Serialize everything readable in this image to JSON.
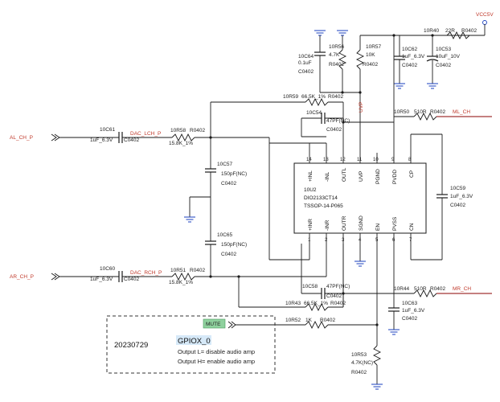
{
  "nets": {
    "vcc": "VCC5V",
    "al_in": "AL_CH_P",
    "ar_in": "AR_CH_P",
    "dac_l": "DAC_LCH_P",
    "dac_r": "DAC_RCH_P",
    "ml": "ML_CH",
    "mr": "MR_CH",
    "uvp": "UVP",
    "mute": "MUTE"
  },
  "ic": {
    "ref": "10U2",
    "part": "DIO2133CT14",
    "package": "TSSOP-14-P065",
    "pins_top": [
      {
        "num": "14",
        "name": "+INL"
      },
      {
        "num": "13",
        "name": "-INL"
      },
      {
        "num": "12",
        "name": "OUTL"
      },
      {
        "num": "11",
        "name": "UVP"
      },
      {
        "num": "10",
        "name": "PGND"
      },
      {
        "num": "9",
        "name": "PVDD"
      },
      {
        "num": "8",
        "name": "CP"
      }
    ],
    "pins_bottom": [
      {
        "num": "1",
        "name": "+INR"
      },
      {
        "num": "2",
        "name": "-INR"
      },
      {
        "num": "3",
        "name": "OUTR"
      },
      {
        "num": "4",
        "name": "SGND"
      },
      {
        "num": "5",
        "name": "EN"
      },
      {
        "num": "6",
        "name": "PVSS"
      },
      {
        "num": "7",
        "name": "CN"
      }
    ]
  },
  "components": {
    "c61": {
      "ref": "10C61",
      "value": "1uF_6.3V",
      "pkg": "C0402"
    },
    "c60": {
      "ref": "10C60",
      "value": "1uF_6.3V",
      "pkg": "C0402"
    },
    "r58": {
      "ref": "10R58",
      "value": "R0402",
      "tol": "15.8K_1%"
    },
    "r51": {
      "ref": "10R51",
      "value": "R0402",
      "tol": "15.8K_1%"
    },
    "c57": {
      "ref": "10C57",
      "value": "150pF(NC)",
      "pkg": "C0402"
    },
    "c65": {
      "ref": "10C65",
      "value": "150pF(NC)",
      "pkg": "C0402"
    },
    "c64": {
      "ref": "10C64",
      "value": "0.1uF",
      "pkg": "C0402"
    },
    "r56": {
      "ref": "10R56",
      "value": "4.7K",
      "pkg": "R0402"
    },
    "r57": {
      "ref": "10R57",
      "value": "10K",
      "pkg": "R0402"
    },
    "r59": {
      "ref": "10R59",
      "value": "66.5K_1%",
      "pkg": "R0402"
    },
    "c54": {
      "ref": "10C54",
      "value": "47PF(NC)",
      "pkg": "C0402"
    },
    "r40": {
      "ref": "10R40",
      "value": "22R",
      "pkg": "R0402"
    },
    "c62": {
      "ref": "10C62",
      "value": "1uF_6.3V",
      "pkg": "C0402"
    },
    "c53": {
      "ref": "10C53",
      "value": "10uF_10V",
      "pkg": "C0402"
    },
    "r50": {
      "ref": "10R50",
      "value": "510R",
      "pkg": "R0402"
    },
    "c59": {
      "ref": "10C59",
      "value": "1uF_6.3V",
      "pkg": "C0402"
    },
    "c58": {
      "ref": "10C58",
      "value": "47PF(NC)",
      "pkg": "C0402"
    },
    "r44": {
      "ref": "10R44",
      "value": "510R",
      "pkg": "R0402"
    },
    "r43": {
      "ref": "10R43",
      "value": "66.5K_1%",
      "pkg": "R0402"
    },
    "c63": {
      "ref": "10C63",
      "value": "1uF_6.3V",
      "pkg": "C0402"
    },
    "r52": {
      "ref": "10R52",
      "value": "1K",
      "pkg": "R0402"
    },
    "r53": {
      "ref": "10R53",
      "value": "4.7K(NC)",
      "pkg": "R0402"
    }
  },
  "note": {
    "date": "20230729",
    "gpio": "GPIOX_0",
    "line1": "Output L= disable audio amp",
    "line2": "Output H= enable audio amp"
  },
  "colors": {
    "wire": "#1a1a1a",
    "net_wire": "#8b0000",
    "net_label": "#c0392b",
    "ground": "#1a3fbf",
    "mute_tag": "#8fd19e",
    "gpio_highlight": "#d6e9f8"
  }
}
